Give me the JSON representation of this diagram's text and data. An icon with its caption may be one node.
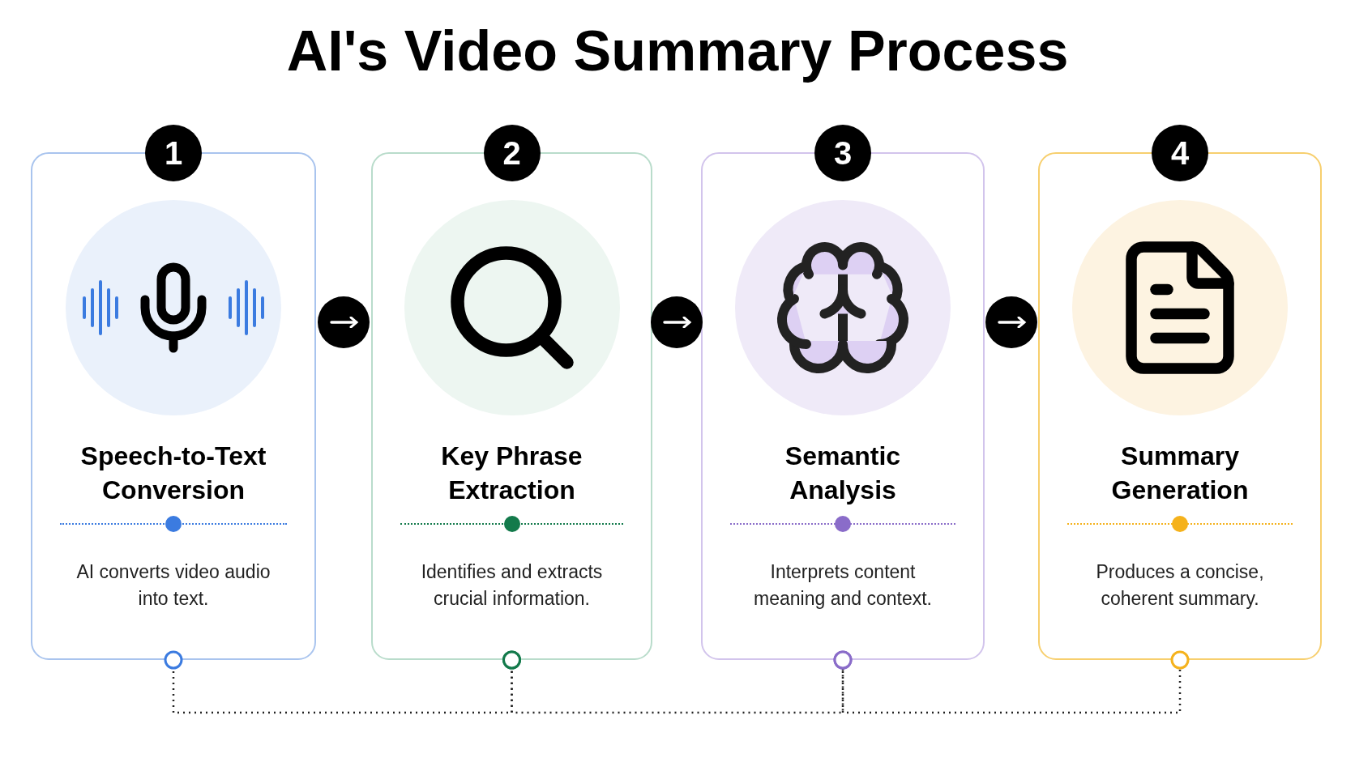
{
  "diagram": {
    "title": "AI's Video Summary Process",
    "nodes": [
      {
        "text": [
          "1",
          "Speech-to-Text Conversion",
          "AI converts video audio into text."
        ]
      },
      {
        "text": [
          "2",
          "Key Phrase Extraction",
          "Identifies and extracts crucial information."
        ]
      },
      {
        "text": [
          "3",
          "Semantic Analysis",
          "Interprets content meaning and context."
        ]
      },
      {
        "text": [
          "4",
          "Summary Generation",
          "Produces a concise, coherent summary."
        ]
      }
    ],
    "edges": [
      {
        "from": 0,
        "to": 1,
        "arrow": "to"
      },
      {
        "from": 1,
        "to": 2,
        "arrow": "to"
      },
      {
        "from": 2,
        "to": 3,
        "arrow": "to"
      },
      {
        "from": 0,
        "to": 1,
        "arrow": "other",
        "style": "dashed",
        "color": "#222222"
      },
      {
        "from": 1,
        "to": 2,
        "arrow": "other",
        "style": "dashed",
        "color": "#222222"
      },
      {
        "from": 2,
        "to": 3,
        "arrow": "other",
        "style": "dashed",
        "color": "#222222"
      }
    ]
  }
}
